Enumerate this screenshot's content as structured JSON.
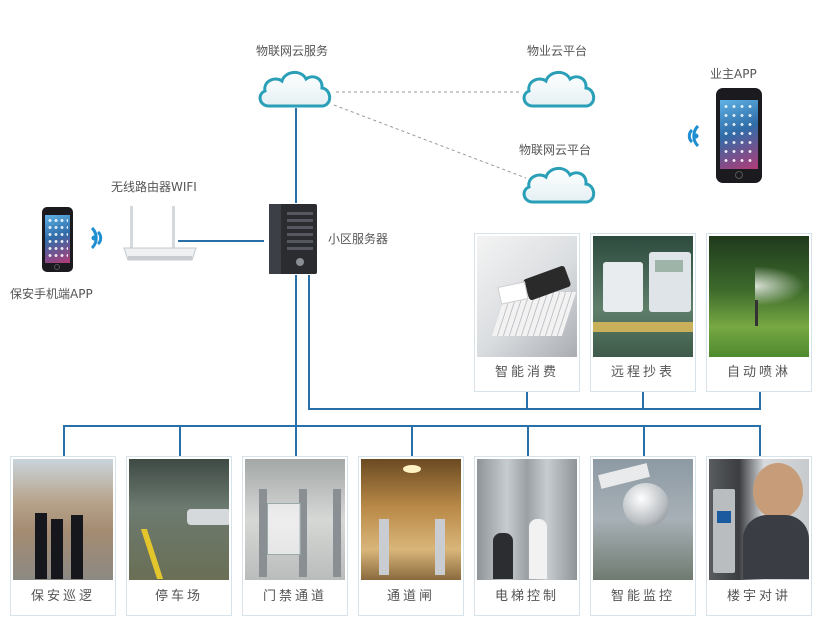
{
  "nodes": {
    "iot_cloud_service": "物联网云服务",
    "property_cloud": "物业云平台",
    "iot_cloud_platform": "物联网云平台",
    "owner_app": "业主APP",
    "router": "无线路由器WIFI",
    "server": "小区服务器",
    "guard_app": "保安手机端APP"
  },
  "top_modules": [
    {
      "label": "智能消费",
      "icon": "payment-photo"
    },
    {
      "label": "远程抄表",
      "icon": "meter-photo"
    },
    {
      "label": "自动喷淋",
      "icon": "sprinkler-photo"
    }
  ],
  "bottom_modules": [
    {
      "label": "保安巡逻",
      "icon": "guard-patrol-photo"
    },
    {
      "label": "停车场",
      "icon": "parking-photo"
    },
    {
      "label": "门禁通道",
      "icon": "access-gate-photo"
    },
    {
      "label": "通道闸",
      "icon": "turnstile-photo"
    },
    {
      "label": "电梯控制",
      "icon": "elevator-photo"
    },
    {
      "label": "智能监控",
      "icon": "cctv-camera-photo"
    },
    {
      "label": "楼宇对讲",
      "icon": "intercom-photo"
    }
  ],
  "colors": {
    "connector": "#2a70a8",
    "dashed": "#999999",
    "wifi": "#1f8fd0",
    "cloud_stroke": "#2a9fb8",
    "card_border": "#d7e3ea"
  }
}
